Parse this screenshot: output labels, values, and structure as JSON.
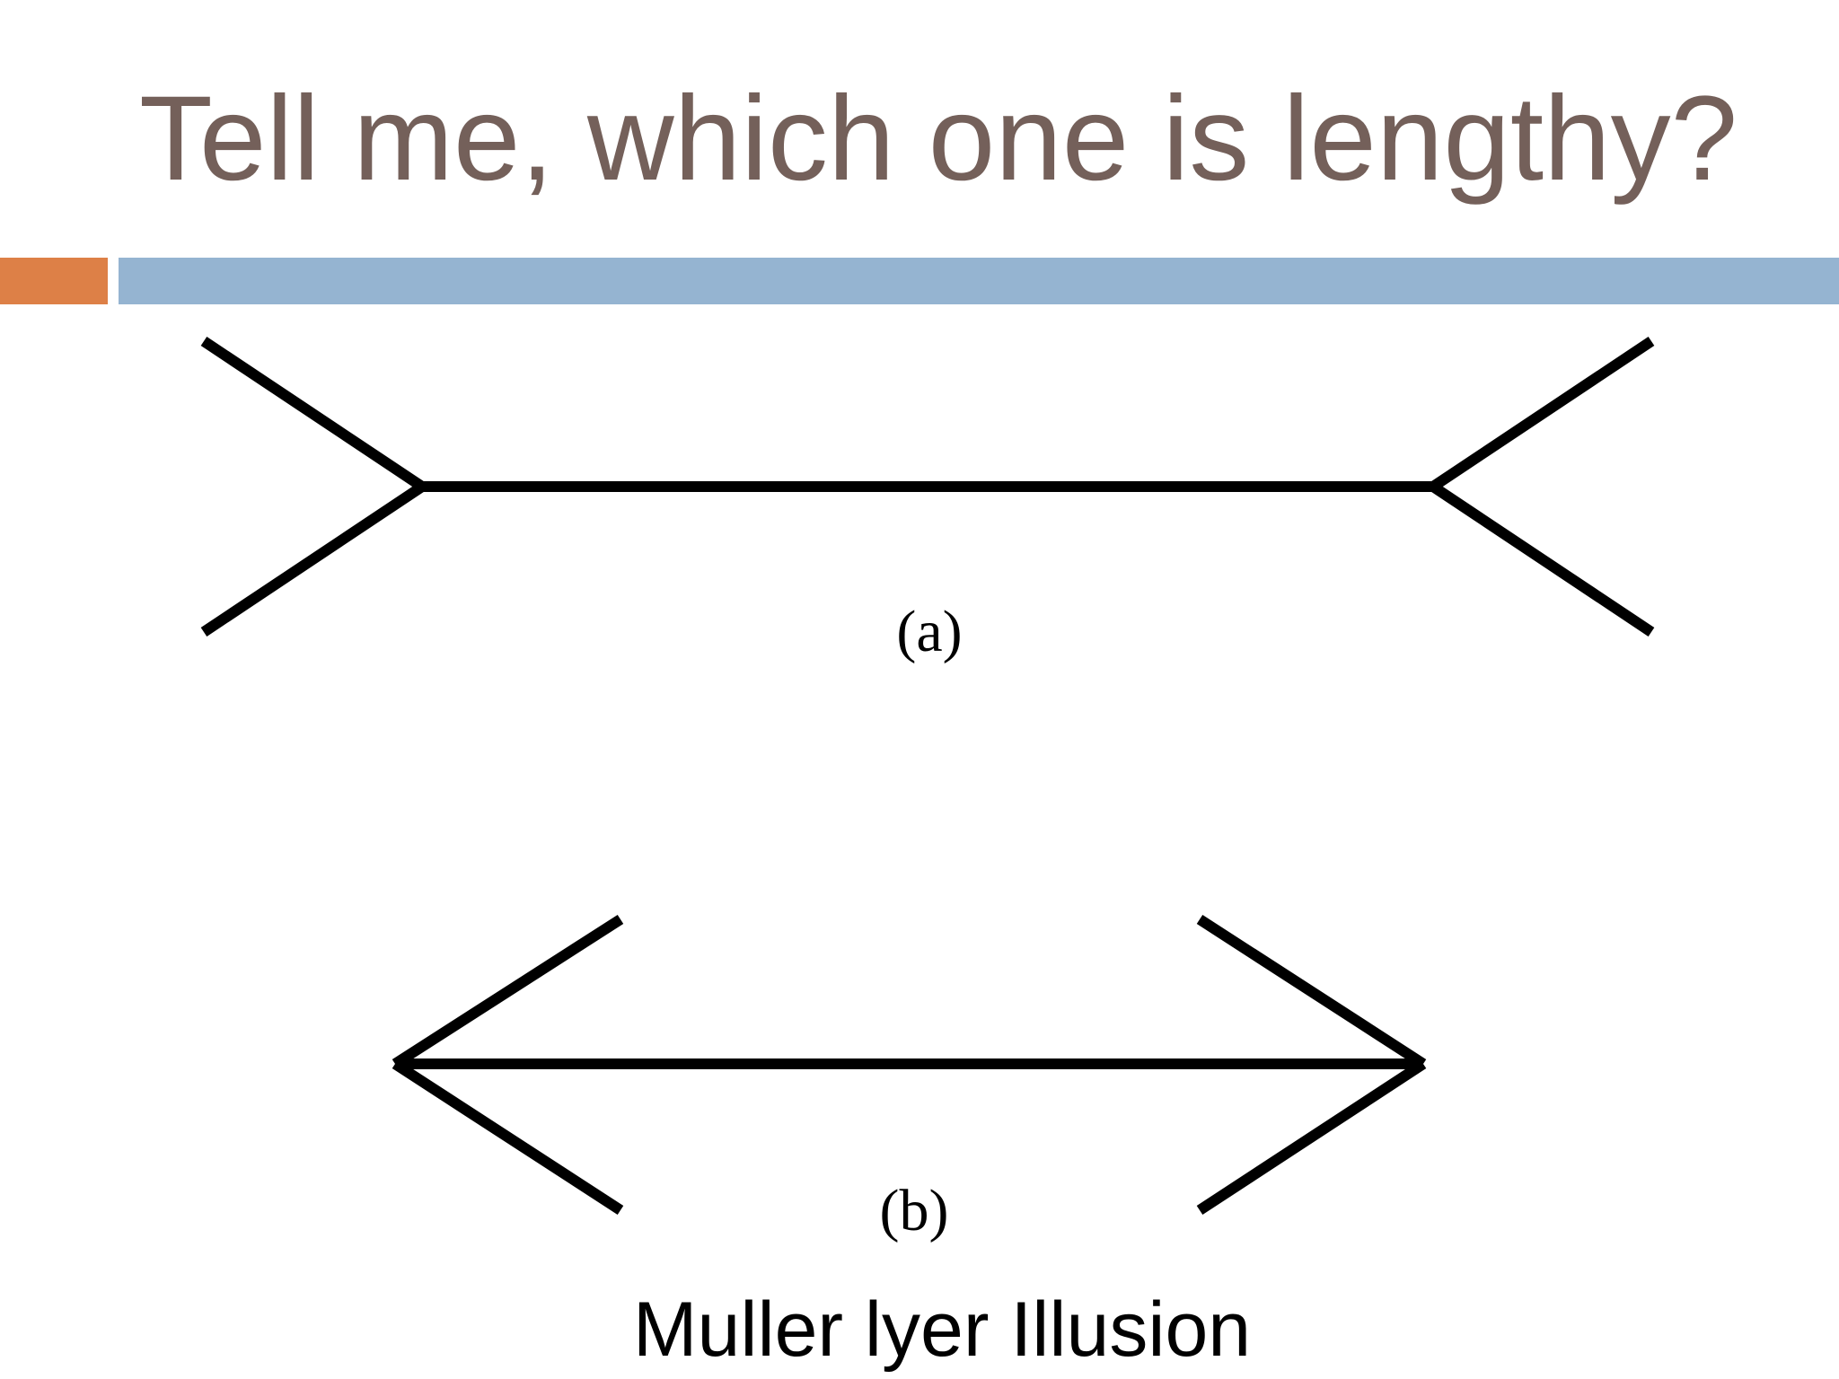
{
  "slide": {
    "title": "Tell me, which one is lengthy?",
    "caption": "Muller lyer Illusion",
    "figure": {
      "label_a": "(a)",
      "label_b": "(b)"
    }
  },
  "colors": {
    "title_text": "#74605a",
    "accent_orange": "#dd8047",
    "accent_blue": "#95b4d1",
    "line": "#000000",
    "background": "#ffffff"
  }
}
